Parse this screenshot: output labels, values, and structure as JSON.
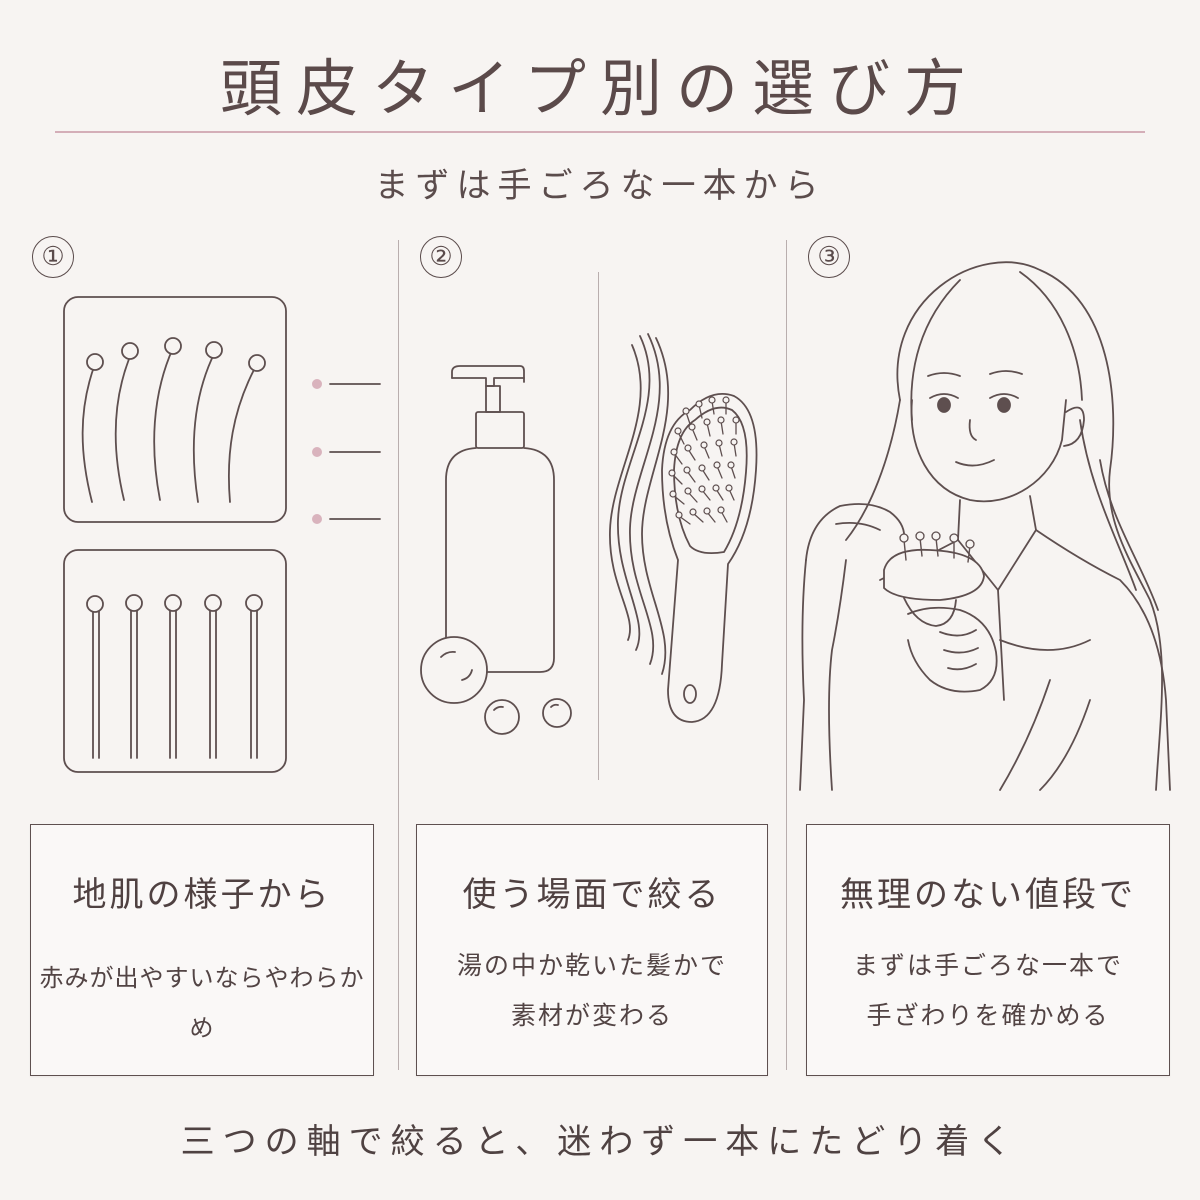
{
  "header": {
    "title": "頭皮タイプ別の選び方",
    "subtitle": "まずは手ごろな一本から"
  },
  "columns": [
    {
      "number": "①",
      "title": "地肌の様子から",
      "lines": [
        "赤みが出やすいならやわらかめ"
      ]
    },
    {
      "number": "②",
      "title": "使う場面で絞る",
      "lines": [
        "湯の中か乾いた髪かで",
        "素材が変わる"
      ]
    },
    {
      "number": "③",
      "title": "無理のない値段で",
      "lines": [
        "まずは手ごろな一本で",
        "手ざわりを確かめる"
      ]
    }
  ],
  "footer": {
    "text": "三つの軸で絞ると、迷わず一本にたどり着く"
  },
  "colors": {
    "line": "#5a4b4b",
    "accent_pink": "#d4aeb8",
    "background": "#f7f4f2"
  }
}
